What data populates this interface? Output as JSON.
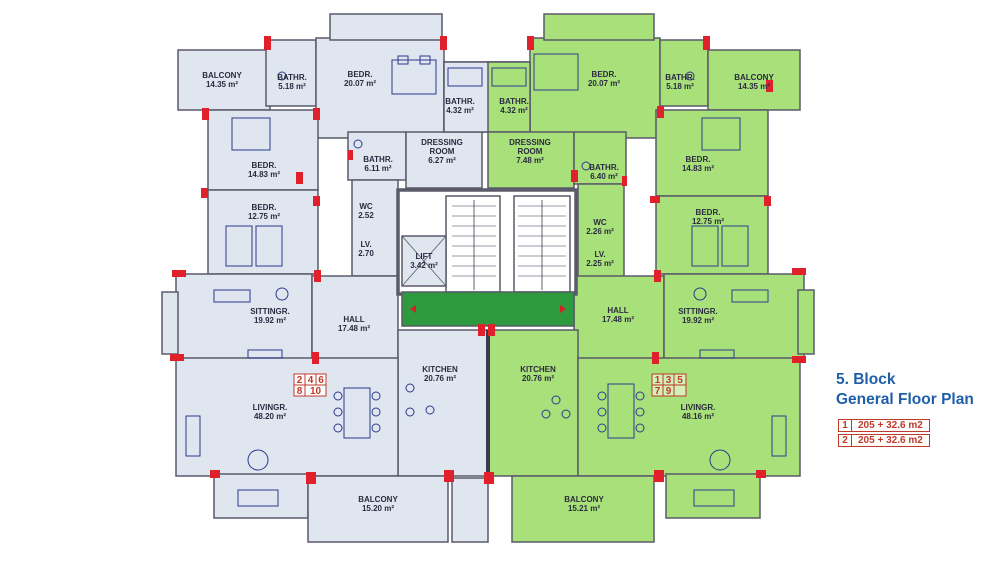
{
  "title": {
    "line1": "5. Block",
    "line2": "General Floor Plan"
  },
  "legend": [
    {
      "num": "1",
      "value": "205 + 32.6 m2"
    },
    {
      "num": "2",
      "value": "205 + 32.6 m2"
    }
  ],
  "apartment_numbers": {
    "left": [
      "2",
      "4",
      "6",
      "8",
      "10"
    ],
    "right": [
      "1",
      "3",
      "5",
      "7",
      "9"
    ]
  },
  "colors": {
    "left_unit": "#dfe6f0",
    "right_unit": "#a8e07a",
    "core": "#2d9a3e",
    "wall": "#5a5a6a",
    "accent": "#e0202a",
    "title": "#1f5fa8"
  },
  "rooms": {
    "l_balcony_top": [
      "BALCONY",
      "14.35 m²"
    ],
    "l_bathr_small": [
      "BATHR.",
      "5.18 m²"
    ],
    "l_bedr_master": [
      "BEDR.",
      "20.07 m²"
    ],
    "l_bathr_mid": [
      "BATHR.",
      "4.32 m²"
    ],
    "l_dressing": [
      "DRESSING",
      "ROOM",
      "6.27 m²"
    ],
    "l_bathr_inner": [
      "BATHR.",
      "6.11 m²"
    ],
    "l_bedr_2": [
      "BEDR.",
      "14.83 m²"
    ],
    "l_bedr_3": [
      "BEDR.",
      "12.75 m²"
    ],
    "l_wc": [
      "WC",
      "2.52"
    ],
    "l_lv": [
      "LV.",
      "2.70"
    ],
    "lift": [
      "LIFT",
      "3.42 m²"
    ],
    "l_sitting": [
      "SITTINGR.",
      "19.92 m²"
    ],
    "l_hall": [
      "HALL",
      "17.48 m²"
    ],
    "l_kitchen": [
      "KITCHEN",
      "20.76 m²"
    ],
    "l_living": [
      "LIVINGR.",
      "48.20 m²"
    ],
    "l_balcony_bottom": [
      "BALCONY",
      "15.20 m²"
    ],
    "r_bathr_mid": [
      "BATHR.",
      "4.32 m²"
    ],
    "r_bedr_master": [
      "BEDR.",
      "20.07 m²"
    ],
    "r_bathr_small": [
      "BATHR.",
      "5.18 m²"
    ],
    "r_balcony_top": [
      "BALCONY",
      "14.35 m²"
    ],
    "r_dressing": [
      "DRESSING",
      "ROOM",
      "7.48 m²"
    ],
    "r_bathr_inner": [
      "BATHR.",
      "6.40 m²"
    ],
    "r_bedr_2": [
      "BEDR.",
      "14.83 m²"
    ],
    "r_wc": [
      "WC",
      "2.26 m²"
    ],
    "r_lv": [
      "LV.",
      "2.25 m²"
    ],
    "r_bedr_3": [
      "BEDR.",
      "12.75 m²"
    ],
    "r_hall": [
      "HALL",
      "17.48 m²"
    ],
    "r_sitting": [
      "SITTINGR.",
      "19.92 m²"
    ],
    "r_kitchen": [
      "KITCHEN",
      "20.76 m²"
    ],
    "r_living": [
      "LIVINGR.",
      "48.16 m²"
    ],
    "r_balcony_bottom": [
      "BALCONY",
      "15.21 m²"
    ]
  }
}
